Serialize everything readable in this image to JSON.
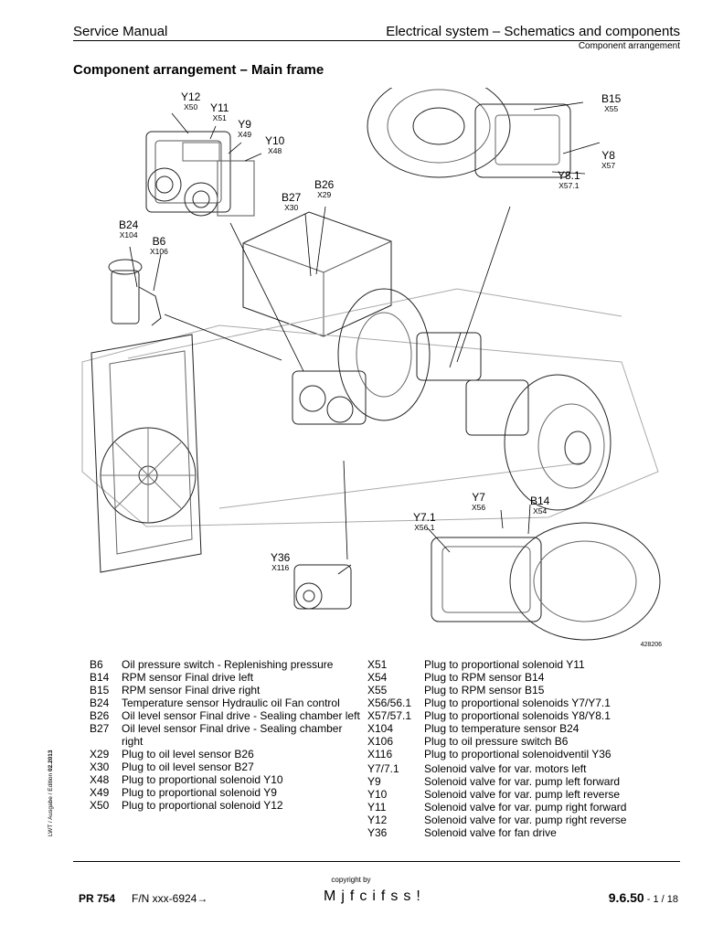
{
  "header": {
    "left": "Service Manual",
    "right": "Electrical system – Schematics and components",
    "sub": "Component arrangement"
  },
  "title": "Component arrangement – Main frame",
  "figure": {
    "number": "428206",
    "callouts": [
      {
        "code": "Y12",
        "plug": "X50"
      },
      {
        "code": "Y11",
        "plug": "X51"
      },
      {
        "code": "Y9",
        "plug": "X49"
      },
      {
        "code": "Y10",
        "plug": "X48"
      },
      {
        "code": "B26",
        "plug": "X29"
      },
      {
        "code": "B27",
        "plug": "X30"
      },
      {
        "code": "B24",
        "plug": "X104"
      },
      {
        "code": "B6",
        "plug": "X106"
      },
      {
        "code": "B15",
        "plug": "X55"
      },
      {
        "code": "Y8",
        "plug": "X57"
      },
      {
        "code": "Y8.1",
        "plug": "X57.1"
      },
      {
        "code": "Y7",
        "plug": "X56"
      },
      {
        "code": "B14",
        "plug": "X54"
      },
      {
        "code": "Y7.1",
        "plug": "X56.1"
      },
      {
        "code": "Y36",
        "plug": "X116"
      }
    ]
  },
  "legend": {
    "left": [
      {
        "code": "B6",
        "desc": "Oil pressure switch - Replenishing pressure"
      },
      {
        "code": "B14",
        "desc": "RPM sensor Final drive left"
      },
      {
        "code": "B15",
        "desc": "RPM sensor Final drive right"
      },
      {
        "code": "B24",
        "desc": "Temperature sensor Hydraulic oil Fan control"
      },
      {
        "code": "B26",
        "desc": "Oil level sensor Final drive - Sealing chamber left"
      },
      {
        "code": "B27",
        "desc": "Oil level sensor Final drive - Sealing chamber right"
      },
      {
        "code": "X29",
        "desc": "Plug to oil level sensor B26"
      },
      {
        "code": "X30",
        "desc": "Plug to oil level sensor B27"
      },
      {
        "code": "X48",
        "desc": "Plug to proportional solenoid Y10"
      },
      {
        "code": "X49",
        "desc": "Plug to proportional solenoid Y9"
      },
      {
        "code": "X50",
        "desc": "Plug to proportional solenoid Y12"
      }
    ],
    "right": [
      {
        "code": "X51",
        "desc": "Plug to proportional solenoid Y11"
      },
      {
        "code": "X54",
        "desc": "Plug to RPM sensor B14"
      },
      {
        "code": "X55",
        "desc": "Plug to RPM sensor B15"
      },
      {
        "code": "X56/56.1",
        "desc": "Plug to proportional solenoids Y7/Y7.1"
      },
      {
        "code": "X57/57.1",
        "desc": "Plug to proportional solenoids Y8/Y8.1"
      },
      {
        "code": "X104",
        "desc": "Plug to temperature sensor B24"
      },
      {
        "code": "X106",
        "desc": "Plug to oil pressure switch B6"
      },
      {
        "code": "X116",
        "desc": "Plug to proportional solenoidventil Y36"
      },
      {
        "code": "Y7/7.1",
        "desc": "Solenoid valve for var. motors left"
      },
      {
        "code": "Y9",
        "desc": "Solenoid valve for var. pump left forward"
      },
      {
        "code": "Y10",
        "desc": "Solenoid valve for var. pump left reverse"
      },
      {
        "code": "Y11",
        "desc": "Solenoid valve for var. pump right forward"
      },
      {
        "code": "Y12",
        "desc": "Solenoid valve for var. pump right reverse"
      },
      {
        "code": "Y36",
        "desc": "Solenoid valve for fan drive"
      }
    ]
  },
  "sidebar": {
    "text": "LWT / Ausgabe / Edition",
    "date": "02.2013"
  },
  "footer": {
    "copyright": "copyright by",
    "model": "PR 754",
    "fn": "F/N xxx-6924→",
    "brand": "Mjfcifss!",
    "page": "9.6.50",
    "page_of": " - 1 / 18"
  }
}
